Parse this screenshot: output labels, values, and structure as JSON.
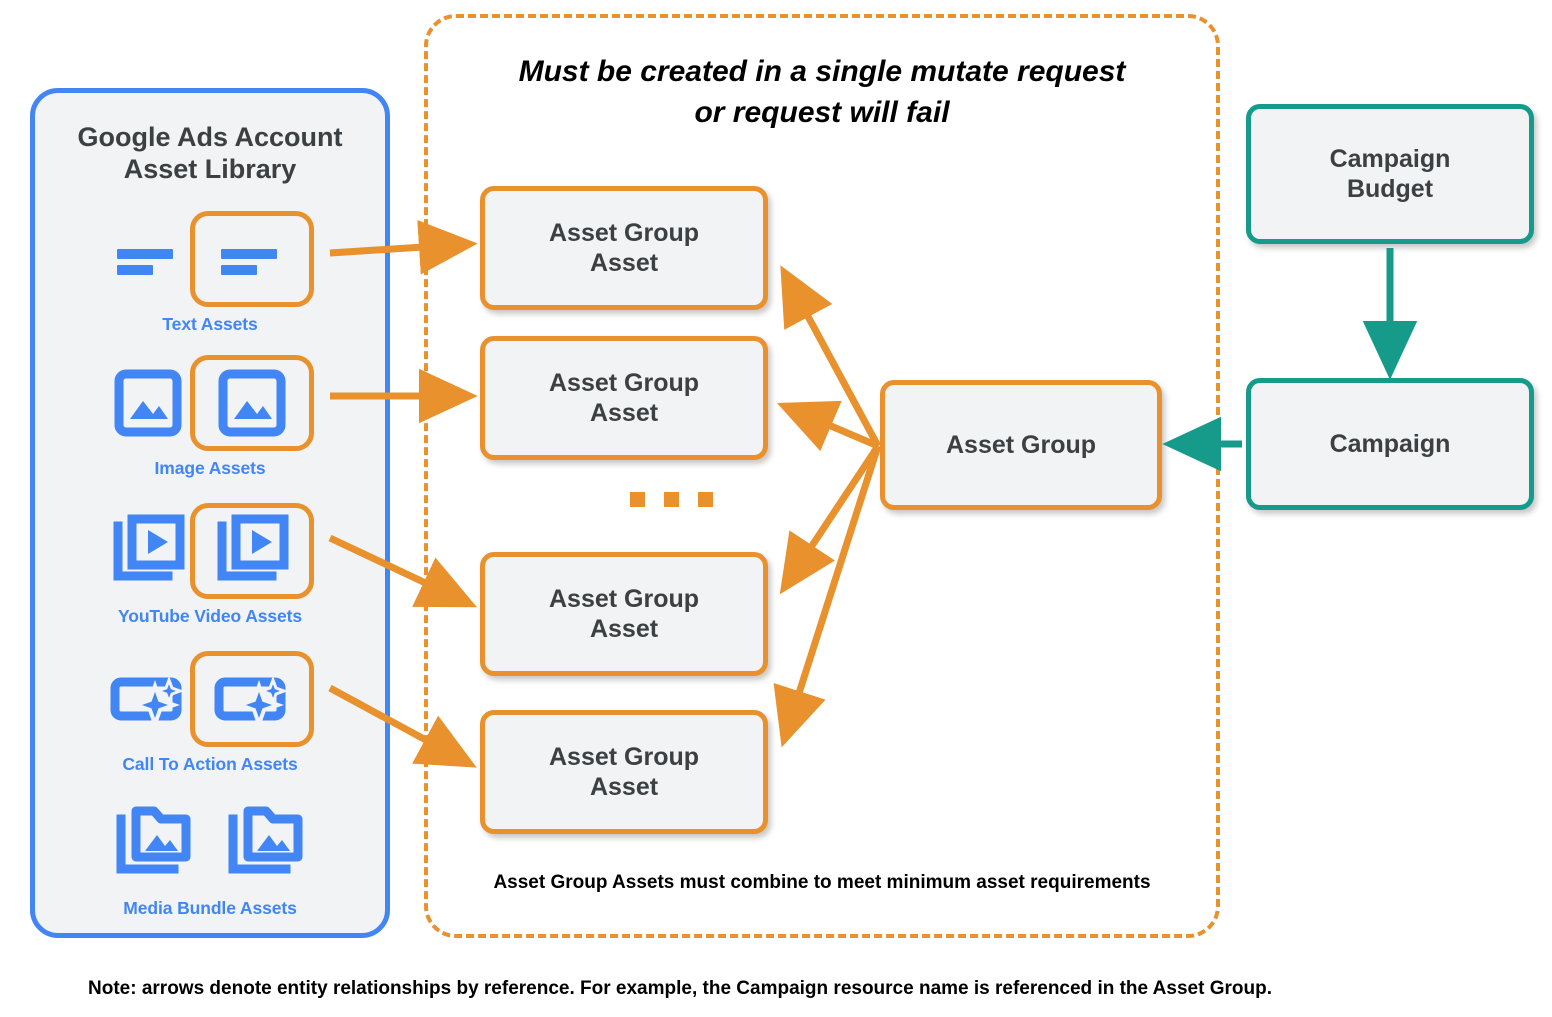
{
  "library": {
    "title": "Google Ads Account\nAsset Library",
    "border_color": "#4285f4",
    "items": [
      {
        "label": "Text Assets",
        "icon": "text-lines-icon",
        "boxed": true
      },
      {
        "label": "Image Assets",
        "icon": "image-icon",
        "boxed": true
      },
      {
        "label": "YouTube Video  Assets",
        "icon": "video-stack-icon",
        "boxed": true
      },
      {
        "label": "Call To Action Assets",
        "icon": "call-to-action-icon",
        "boxed": true
      },
      {
        "label": "Media Bundle  Assets",
        "icon": "media-bundle-icon",
        "boxed": false
      }
    ]
  },
  "mutate_region": {
    "title": "Must be created in a single mutate request\nor request will fail",
    "footnote": "Asset Group Assets must combine to meet minimum asset requirements",
    "border_color": "#e8912d",
    "ellipsis": "..."
  },
  "nodes": {
    "asset_group_assets": [
      "Asset Group\nAsset",
      "Asset Group\nAsset",
      "Asset Group\nAsset",
      "Asset Group\nAsset"
    ],
    "asset_group": "Asset Group",
    "campaign_budget": "Campaign\nBudget",
    "campaign": "Campaign"
  },
  "colors": {
    "orange": "#e8912d",
    "blue": "#4285f4",
    "teal": "#169b8b",
    "node_fill": "#f1f3f4",
    "text": "#3c4043"
  },
  "note": "Note: arrows denote entity relationships by reference. For example, the Campaign resource name is referenced in the Asset Group."
}
